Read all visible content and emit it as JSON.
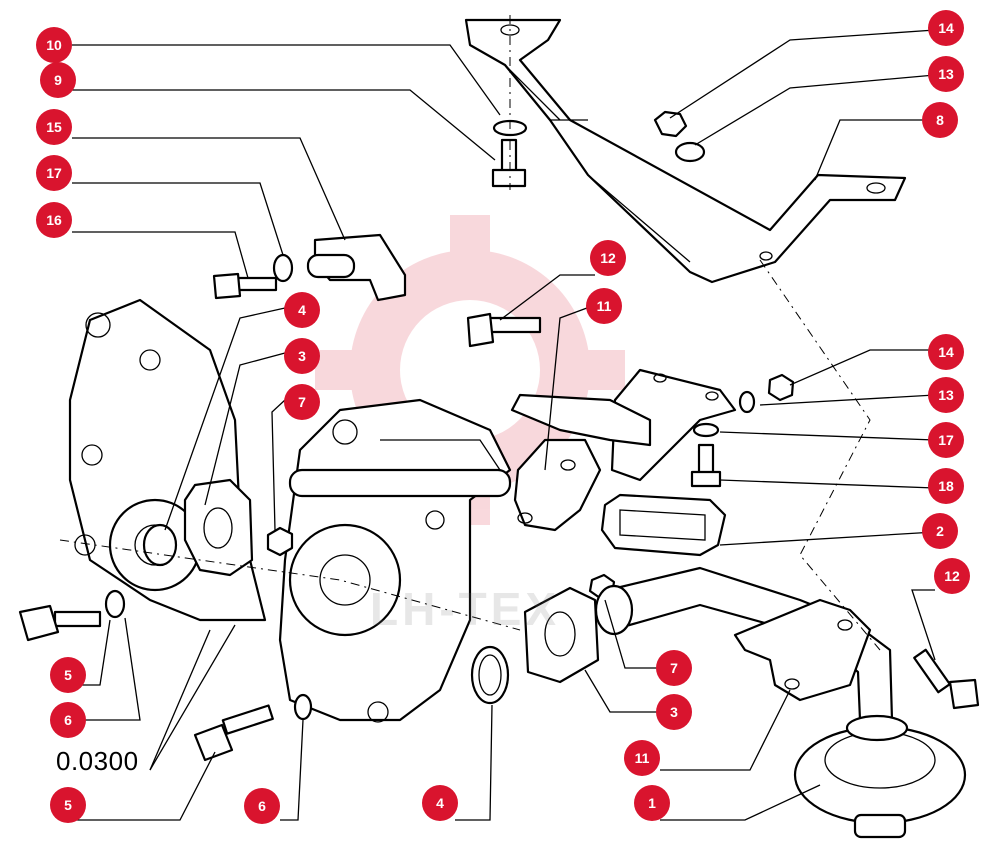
{
  "diagram": {
    "reference_code": "0.0300",
    "watermark_text": "LH-TEX",
    "callout_color": "#d9142e",
    "callouts": [
      {
        "id": "c10",
        "label": "10"
      },
      {
        "id": "c9",
        "label": "9"
      },
      {
        "id": "c15",
        "label": "15"
      },
      {
        "id": "c17a",
        "label": "17"
      },
      {
        "id": "c16",
        "label": "16"
      },
      {
        "id": "c4a",
        "label": "4"
      },
      {
        "id": "c3a",
        "label": "3"
      },
      {
        "id": "c7a",
        "label": "7"
      },
      {
        "id": "c5a",
        "label": "5"
      },
      {
        "id": "c6a",
        "label": "6"
      },
      {
        "id": "c5b",
        "label": "5"
      },
      {
        "id": "c6b",
        "label": "6"
      },
      {
        "id": "c4b",
        "label": "4"
      },
      {
        "id": "c14a",
        "label": "14"
      },
      {
        "id": "c13a",
        "label": "13"
      },
      {
        "id": "c8",
        "label": "8"
      },
      {
        "id": "c12a",
        "label": "12"
      },
      {
        "id": "c11a",
        "label": "11"
      },
      {
        "id": "c14b",
        "label": "14"
      },
      {
        "id": "c13b",
        "label": "13"
      },
      {
        "id": "c17b",
        "label": "17"
      },
      {
        "id": "c18",
        "label": "18"
      },
      {
        "id": "c2",
        "label": "2"
      },
      {
        "id": "c12b",
        "label": "12"
      },
      {
        "id": "c7b",
        "label": "7"
      },
      {
        "id": "c3b",
        "label": "3"
      },
      {
        "id": "c11b",
        "label": "11"
      },
      {
        "id": "c1",
        "label": "1"
      }
    ]
  }
}
